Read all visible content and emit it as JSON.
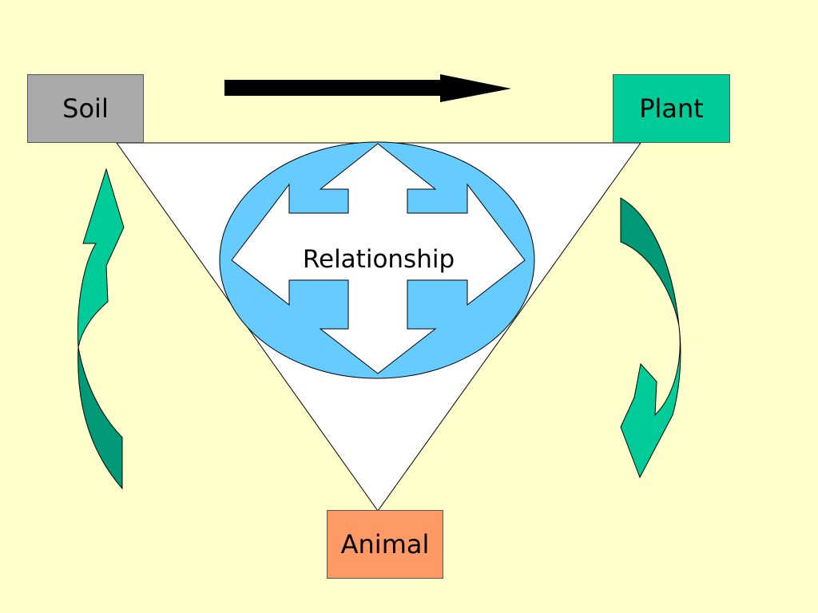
{
  "diagram": {
    "nodes": {
      "soil": {
        "label": "Soil"
      },
      "plant": {
        "label": "Plant"
      },
      "animal": {
        "label": "Animal"
      }
    },
    "center": {
      "label": "Relationship"
    },
    "edges": [
      {
        "from": "soil",
        "to": "plant",
        "style": "solid black arrow"
      },
      {
        "from": "plant",
        "to": "animal",
        "style": "curved green arrow"
      },
      {
        "from": "animal",
        "to": "soil",
        "style": "curved green arrow"
      }
    ]
  },
  "colors": {
    "background": "#ffffcc",
    "soil_fill": "#aaaaaa",
    "plant_fill": "#00cc99",
    "animal_fill": "#ff9966",
    "ellipse_fill": "#66ccff",
    "triangle_fill": "#ffffff",
    "curve_arrow_dark": "#009977",
    "curve_arrow_light": "#00cc99",
    "top_arrow": "#000000"
  }
}
